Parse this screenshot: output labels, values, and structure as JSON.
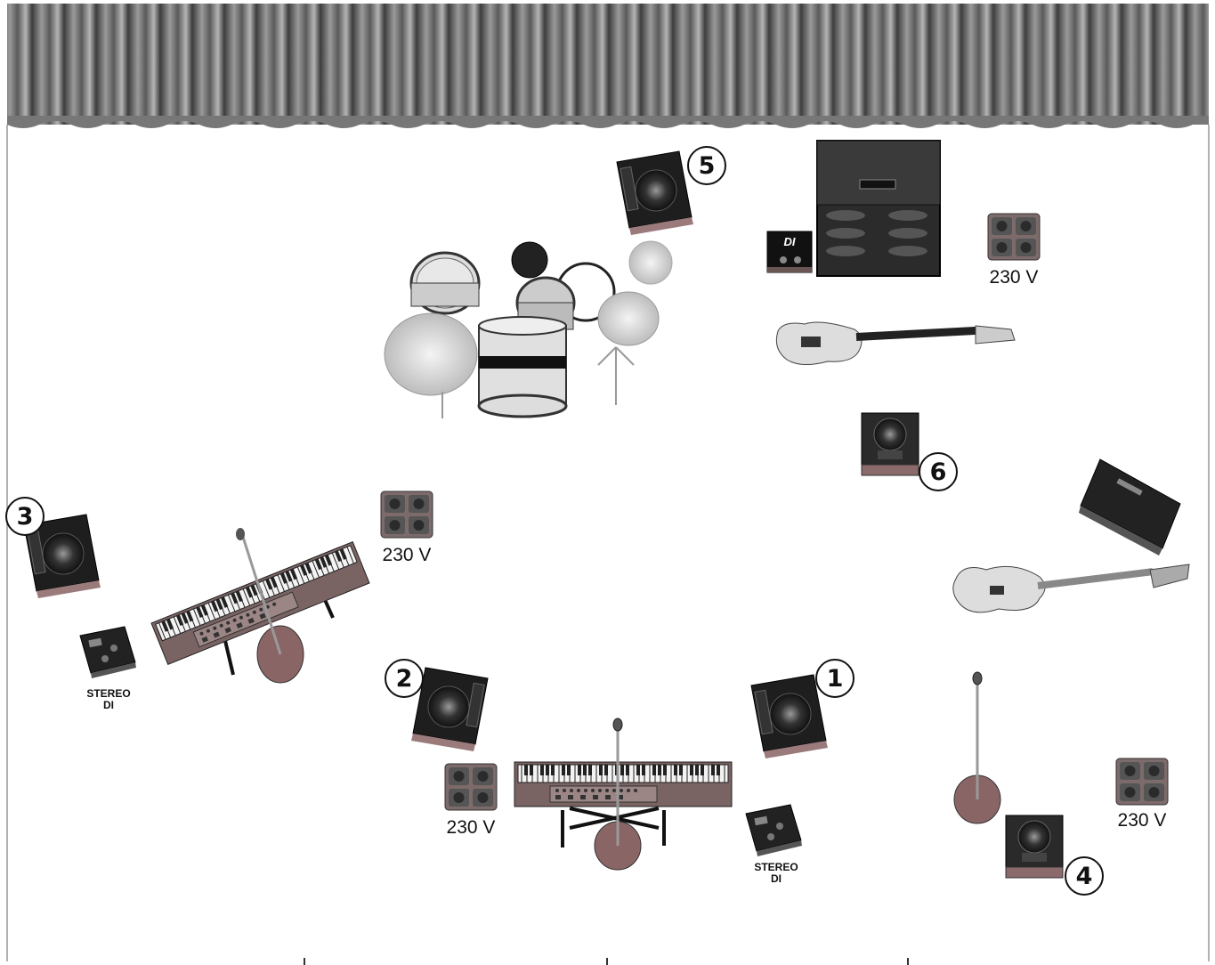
{
  "monitors": [
    {
      "number": "1"
    },
    {
      "number": "2"
    },
    {
      "number": "3"
    },
    {
      "number": "4"
    },
    {
      "number": "5"
    },
    {
      "number": "6"
    }
  ],
  "power_outlets": [
    {
      "label": "230 V"
    },
    {
      "label": "230 V"
    },
    {
      "label": "230 V"
    },
    {
      "label": "230 V"
    }
  ],
  "di_boxes": [
    {
      "label_line1": "STEREO",
      "label_line2": "DI"
    },
    {
      "label_line1": "STEREO",
      "label_line2": "DI"
    },
    {
      "label": "DI"
    }
  ],
  "icons": [
    "curtain-icon",
    "drum-kit-icon",
    "bass-amp-icon",
    "bass-guitar-icon",
    "guitar-amp-icon",
    "electric-guitar-icon",
    "keyboard-icon",
    "mic-stand-icon",
    "wedge-monitor-icon",
    "power-outlet-icon",
    "di-box-icon"
  ]
}
